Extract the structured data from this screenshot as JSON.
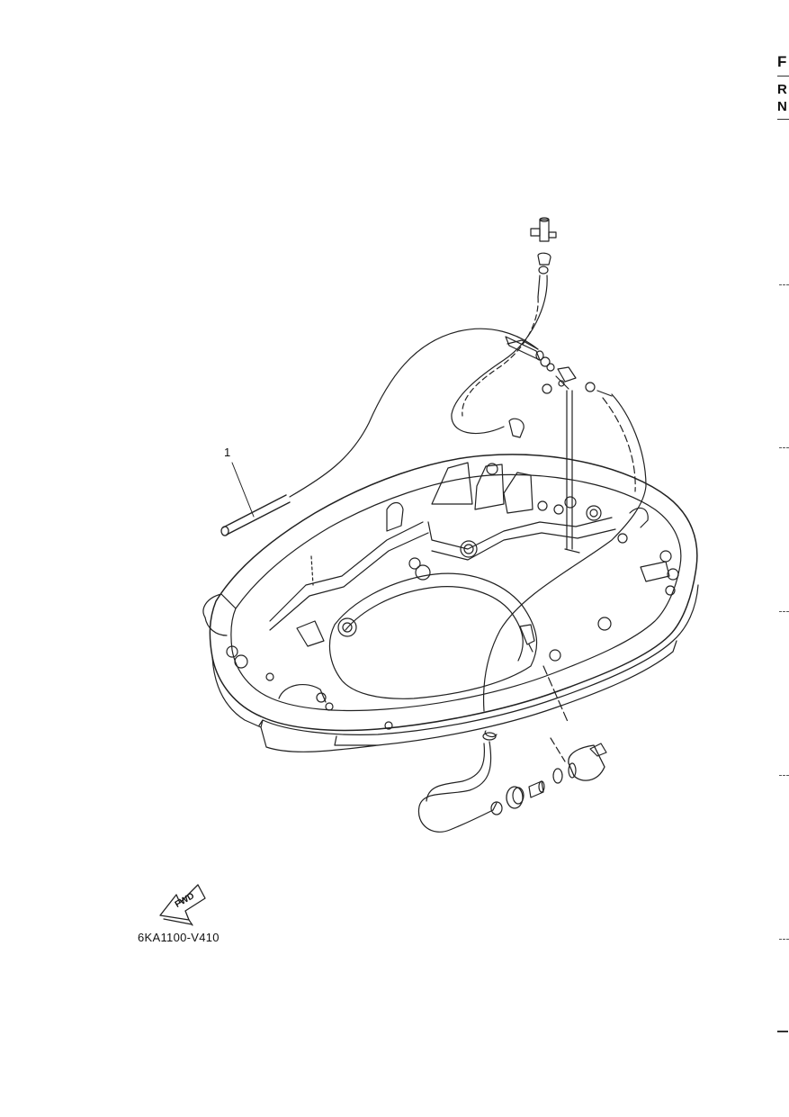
{
  "edge_letters": [
    "F",
    "R",
    "N"
  ],
  "callouts": [
    {
      "label": "1"
    }
  ],
  "fwd_label": "FWD",
  "figure_code": "6KA1100-V410",
  "colors": {
    "line": "#222222",
    "background": "#ffffff"
  }
}
